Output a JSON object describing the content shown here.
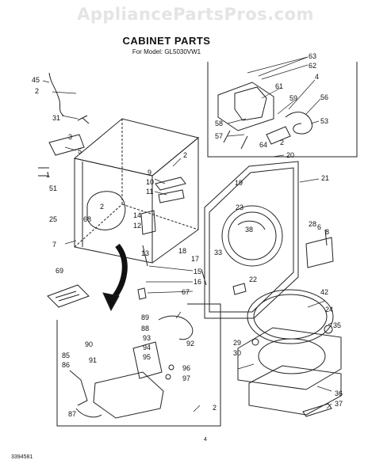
{
  "watermark": "AppliancePartsPros.com",
  "title": "CABINET PARTS",
  "subtitle": "For Model: GL5030VW1",
  "page_number": "4",
  "doc_number": "3394581",
  "callouts": {
    "c63": "63",
    "c62": "62",
    "c61": "61",
    "c4a": "4",
    "c59": "59",
    "c56": "56",
    "c53": "53",
    "c58": "58",
    "c57": "57",
    "c64": "64",
    "c2a": "2",
    "c20": "20",
    "c21": "21",
    "c45": "45",
    "c2b": "2",
    "c31": "31",
    "c3": "3",
    "c5": "5",
    "c2c": "2",
    "c1": "1",
    "c51": "51",
    "c19": "19",
    "c9": "9",
    "c10": "10",
    "c11": "11",
    "c2d": "2",
    "c68": "68",
    "c25": "25",
    "c7": "7",
    "c14": "14",
    "c12": "12",
    "c13": "13",
    "c18": "18",
    "c23": "23",
    "c38": "38",
    "c33": "33",
    "c28": "28",
    "c6": "6",
    "c8": "8",
    "c17": "17",
    "c15": "15",
    "c16": "16",
    "c22": "22",
    "c69": "69",
    "c67": "67",
    "c42": "42",
    "c24": "24",
    "c35": "35",
    "c89": "89",
    "c88": "88",
    "c93": "93",
    "c94": "94",
    "c95": "95",
    "c92": "92",
    "c90": "90",
    "c85": "85",
    "c86": "86",
    "c91": "91",
    "c96": "96",
    "c97": "97",
    "c29": "29",
    "c30": "30",
    "c36": "36",
    "c37": "37",
    "c87": "87",
    "c2e": "2"
  }
}
